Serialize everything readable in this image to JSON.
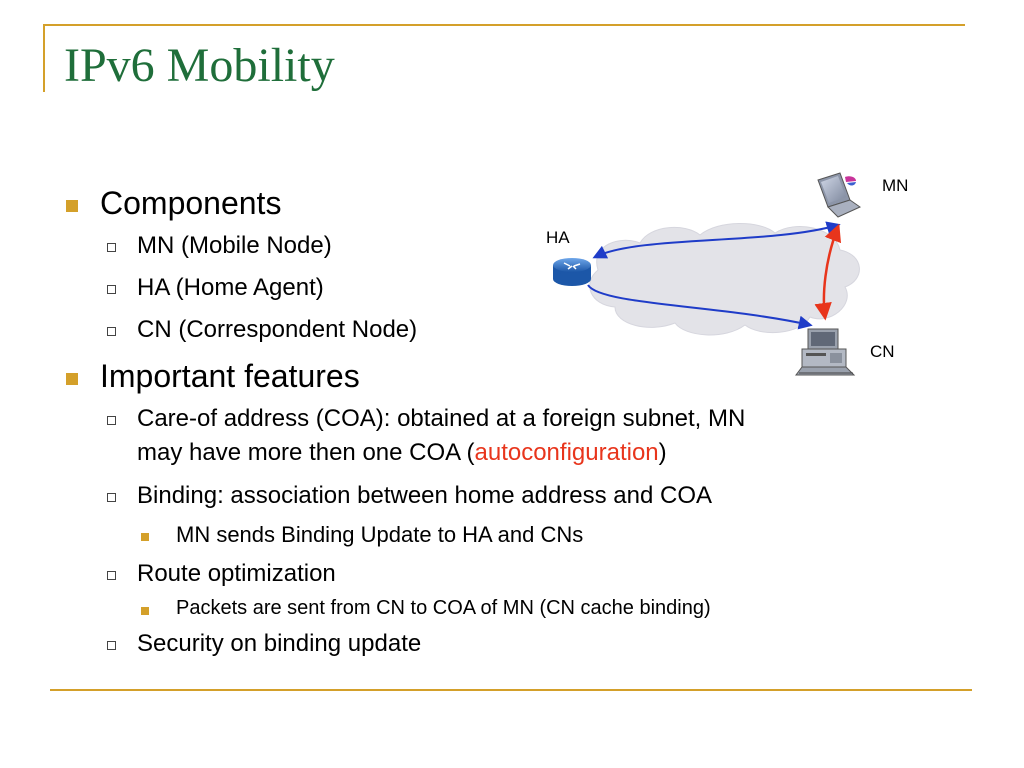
{
  "title": "IPv6 Mobility",
  "bullets": [
    {
      "text": "Components"
    },
    {
      "text": "MN (Mobile Node)"
    },
    {
      "text": "HA (Home Agent)"
    },
    {
      "text": "CN (Correspondent Node)"
    },
    {
      "text": "Important features"
    },
    {
      "line1": "Care-of address (COA): obtained at a foreign subnet, MN",
      "line2_before": "may have more then one COA (",
      "line2_highlight": "autoconfiguration",
      "line2_after": ")"
    },
    {
      "text": "Binding: association between home address and COA"
    },
    {
      "text": "MN sends Binding Update to HA and CNs"
    },
    {
      "text": "Route optimization"
    },
    {
      "text": "Packets are sent from CN to COA of MN (CN cache binding)"
    },
    {
      "text": "Security on binding update"
    }
  ],
  "diagram": {
    "labels": {
      "mn": "MN",
      "ha": "HA",
      "cn": "CN"
    },
    "colors": {
      "arrow_blue": "#1f3cc8",
      "arrow_red": "#e8351c",
      "cloud": "#e3e3e8",
      "router": "#2a6fc4"
    }
  },
  "colors": {
    "title": "#1f6e3a",
    "rule": "#d4a02a",
    "accent": "#e8351c"
  }
}
